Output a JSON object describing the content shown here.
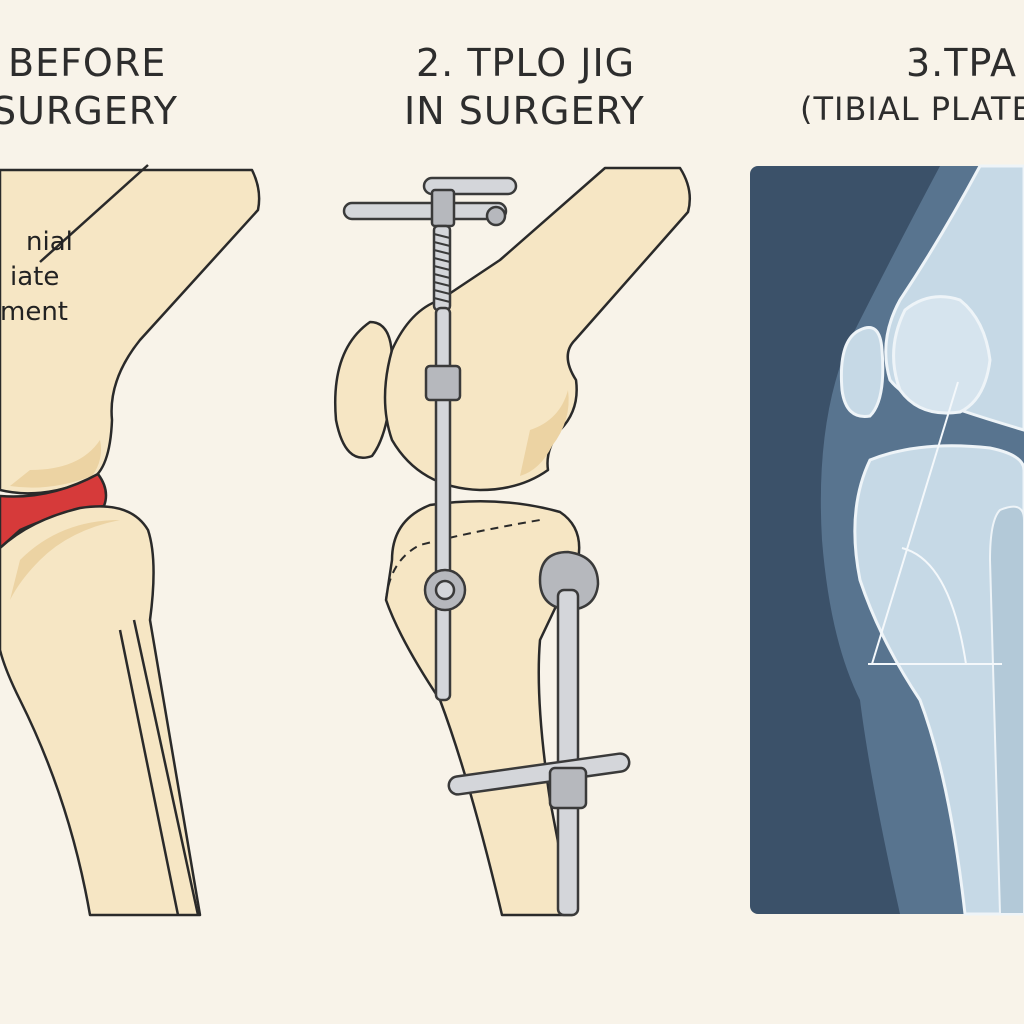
{
  "panels": [
    {
      "title_lines": [
        "BEFORE",
        "SURGERY"
      ],
      "ligament_label_lines": [
        "nial",
        "iate",
        "ment"
      ]
    },
    {
      "title_lines": [
        "2. TPLO JIG",
        "IN SURGERY"
      ]
    },
    {
      "title_lines": [
        "3.TPA",
        "(TIBIAL PLATE"
      ]
    }
  ],
  "colors": {
    "background": "#f8f3e9",
    "bone": "#f6e6c4",
    "ligament": "#d63a3a",
    "xray_dark": "#3b5169",
    "xray_bone": "#c6d9e6",
    "metal": "#b6b8bd"
  }
}
